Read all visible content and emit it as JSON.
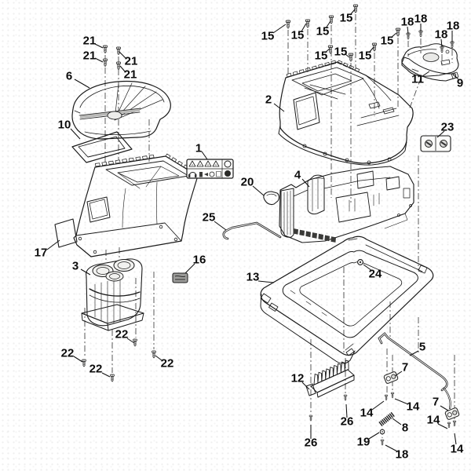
{
  "diagram": {
    "type": "exploded-parts-diagram",
    "colors": {
      "background": "#ffffff",
      "line": "#1a1a1a",
      "shade": "#d9d9d7"
    }
  },
  "callouts": [
    {
      "label": "21"
    },
    {
      "label": "21"
    },
    {
      "label": "21"
    },
    {
      "label": "21"
    },
    {
      "label": "6"
    },
    {
      "label": "10"
    },
    {
      "label": "1"
    },
    {
      "label": "17"
    },
    {
      "label": "3"
    },
    {
      "label": "16"
    },
    {
      "label": "22"
    },
    {
      "label": "22"
    },
    {
      "label": "22"
    },
    {
      "label": "22"
    },
    {
      "label": "15"
    },
    {
      "label": "15"
    },
    {
      "label": "15"
    },
    {
      "label": "15"
    },
    {
      "label": "15"
    },
    {
      "label": "15"
    },
    {
      "label": "15"
    },
    {
      "label": "15"
    },
    {
      "label": "18"
    },
    {
      "label": "18"
    },
    {
      "label": "18"
    },
    {
      "label": "18"
    },
    {
      "label": "11"
    },
    {
      "label": "9"
    },
    {
      "label": "2"
    },
    {
      "label": "23"
    },
    {
      "label": "4"
    },
    {
      "label": "20"
    },
    {
      "label": "25"
    },
    {
      "label": "13"
    },
    {
      "label": "24"
    },
    {
      "label": "5"
    },
    {
      "label": "7"
    },
    {
      "label": "7"
    },
    {
      "label": "12"
    },
    {
      "label": "14"
    },
    {
      "label": "14"
    },
    {
      "label": "14"
    },
    {
      "label": "14"
    },
    {
      "label": "8"
    },
    {
      "label": "19"
    },
    {
      "label": "18"
    },
    {
      "label": "26"
    },
    {
      "label": "26"
    }
  ]
}
